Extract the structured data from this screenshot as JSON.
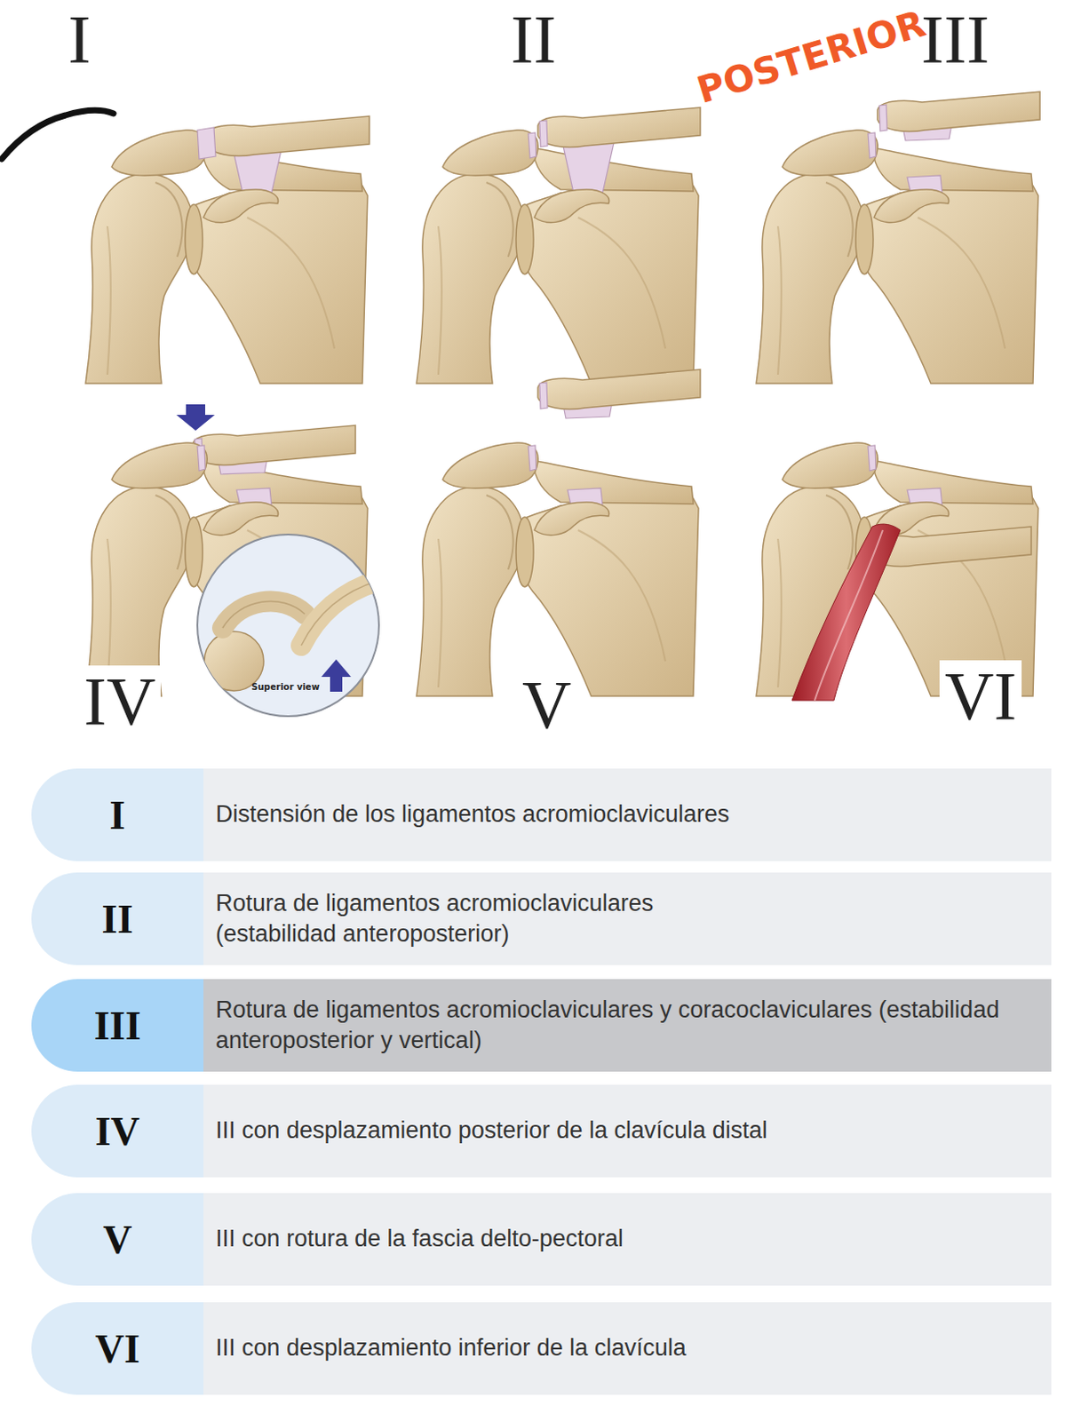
{
  "diagram": {
    "nodes": [
      {
        "text": [
          "I",
          "Distensión de los ligamentos acromioclaviculares"
        ]
      },
      {
        "text": [
          "II",
          "Rotura de ligamentos acromioclaviculares (estabilidad anteroposterior)"
        ]
      },
      {
        "text": [
          "III",
          "Rotura de ligamentos acromioclaviculares y coracoclaviculares (estabilidad anteroposterior y vertical)"
        ]
      },
      {
        "text": [
          "IV",
          "III con desplazamiento posterior de la clavícula distal"
        ]
      },
      {
        "text": [
          "V",
          "III con rotura de la fascia delto-pectoral"
        ]
      },
      {
        "text": [
          "VI",
          "III con desplazamiento inferior de la clavícula"
        ]
      }
    ],
    "labels": [
      "I",
      "II",
      "POSTERIOR",
      "III",
      "Superior view",
      "IV",
      "V",
      "VI"
    ]
  }
}
